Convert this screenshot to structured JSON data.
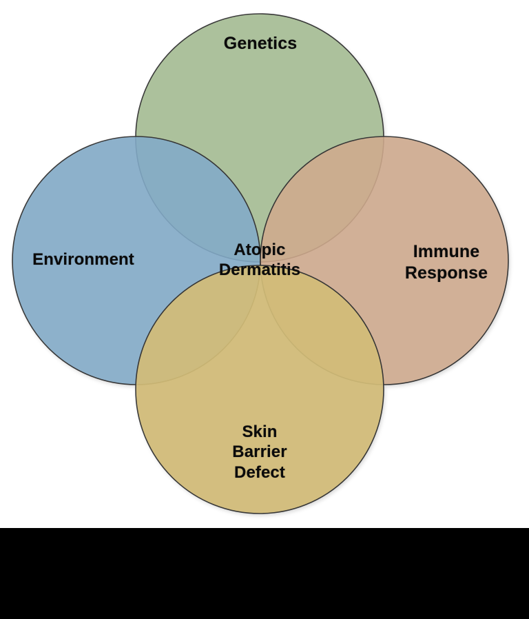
{
  "figure": {
    "kind": "four-circle-venn-diagram",
    "background_color": "#ffffff",
    "bottom_bar_color": "#000000",
    "center_label": "Atopic\nDermatitis",
    "center_label_lines": [
      "Atopic",
      "Dermatitis"
    ],
    "outline_color": "#3f3f3f"
  },
  "chart_data": {
    "type": "venn",
    "title": "",
    "center_intersection_label": "Atopic Dermatitis",
    "sets": [
      {
        "id": "genetics",
        "label": "Genetics",
        "label_lines": [
          "Genetics"
        ],
        "color": "#c4e0ae",
        "position": "top",
        "center": [
          377,
          200
        ],
        "radius": 180
      },
      {
        "id": "environment",
        "label": "Environment",
        "label_lines": [
          "Environment"
        ],
        "color": "#9bcbee",
        "position": "left",
        "center": [
          198,
          378
        ],
        "radius": 180
      },
      {
        "id": "immune-response",
        "label": "Immune Response",
        "label_lines": [
          "Immune",
          "Response"
        ],
        "color": "#f6caa7",
        "position": "right",
        "center": [
          558,
          378
        ],
        "radius": 180
      },
      {
        "id": "skin-barrier-defect",
        "label": "Skin Barrier Defect",
        "label_lines": [
          "Skin",
          "Barrier",
          "Defect"
        ],
        "color": "#f8de8d",
        "position": "bottom",
        "center": [
          377,
          565
        ],
        "radius": 180
      }
    ],
    "legend": "none",
    "grid": false
  },
  "labels": {
    "genetics": "Genetics",
    "environment": "Environment",
    "immune_response": "Immune\nResponse",
    "skin_barrier_defect": "Skin\nBarrier\nDefect",
    "atopic_dermatitis": "Atopic\nDermatitis"
  },
  "colors": {
    "genetics": "#c4e0ae",
    "environment": "#9bcbee",
    "immune_response": "#f6caa7",
    "skin_barrier_defect": "#f8de8d",
    "stroke": "#3f3f3f",
    "text": "#0b0b0b",
    "page_background": "#ffffff",
    "bottom_bar": "#000000"
  }
}
